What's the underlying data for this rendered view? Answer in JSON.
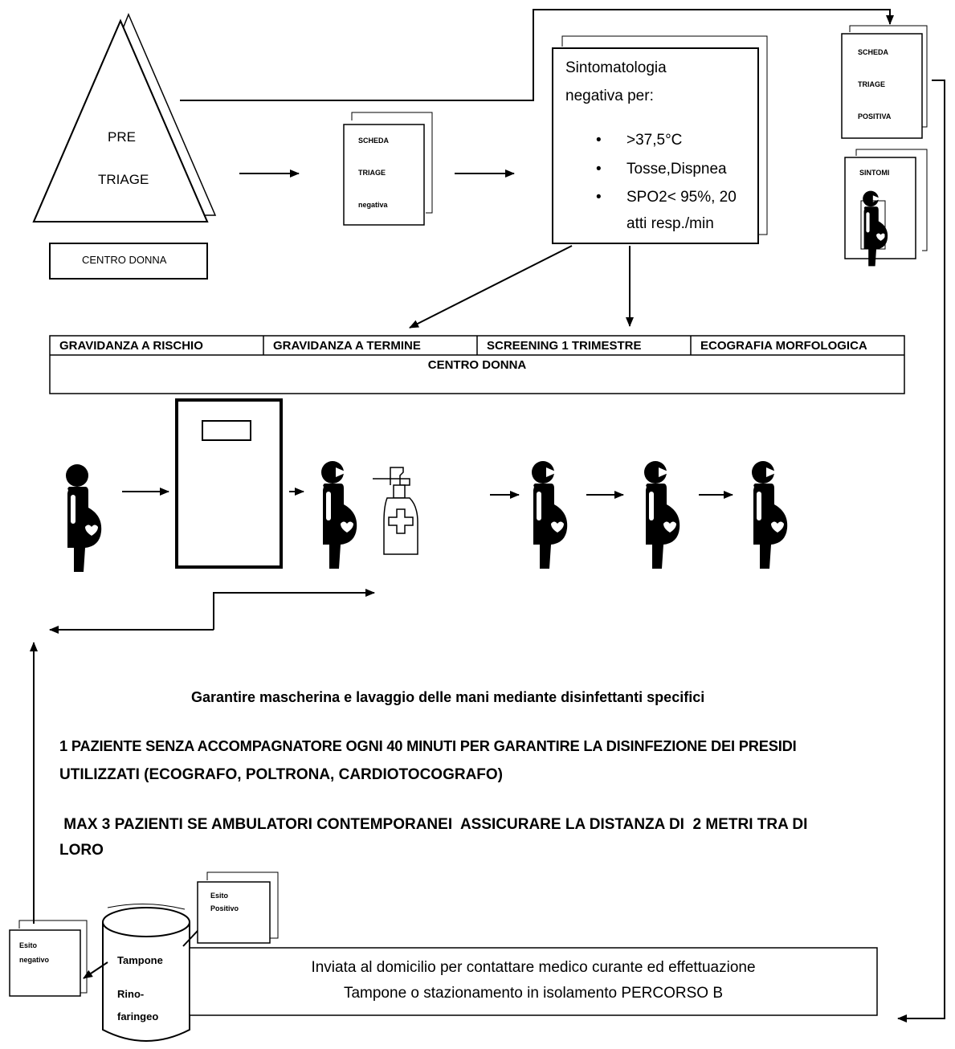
{
  "pretriage": {
    "line1": "PRE",
    "line2": "TRIAGE"
  },
  "centro_donna_label": "CENTRO DONNA",
  "card_negativa": {
    "line1": "SCHEDA",
    "line2": "TRIAGE",
    "line3": "negativa"
  },
  "symptoms": {
    "title1": "Sintomatologia",
    "title2": "negativa per:",
    "items": [
      ">37,5°C",
      "Tosse,Dispnea",
      "SPO2< 95%, 20",
      "atti resp./min"
    ]
  },
  "card_positiva": {
    "line1": "SCHEDA",
    "line2": "TRIAGE",
    "line3": "POSITIVA"
  },
  "card_sintomi": {
    "label": "SINTOMI"
  },
  "table": {
    "headers": [
      "GRAVIDANZA A RISCHIO",
      "GRAVIDANZA A TERMINE",
      "SCREENING 1 TRIMESTRE",
      "ECOGRAFIA MORFOLOGICA"
    ],
    "footer": "CENTRO DONNA"
  },
  "notes": {
    "mask": "Garantire mascherina e lavaggio delle mani mediante disinfettanti specifici",
    "one_patient_line1": "1 PAZIENTE SENZA ACCOMPAGNATORE OGNI 40 MINUTI PER GARANTIRE LA DISINFEZIONE DEI PRESIDI",
    "one_patient_line2": "UTILIZZATI (ECOGRAFO, POLTRONA, CARDIOTOCOGRAFO)",
    "max_line1": " MAX 3 PAZIENTI SE AMBULATORI CONTEMPORANEI  ASSICURARE LA DISTANZA DI  2 METRI TRA DI",
    "max_line2": "LORO"
  },
  "swab": {
    "line1": "Tampone",
    "line2": "Rino-",
    "line3": "faringeo"
  },
  "esito_negativo": {
    "line1": "Esito",
    "line2": "negativo"
  },
  "esito_positivo": {
    "line1": "Esito",
    "line2": "Positivo"
  },
  "home_box": {
    "line1": "Inviata al domicilio per contattare medico curante ed effettuazione",
    "line2": "Tampone o stazionamento in isolamento PERCORSO B"
  },
  "icons": [
    "pregnant-woman-icon",
    "door-icon",
    "sanitizer-dispenser-icon",
    "arrow-icon"
  ]
}
